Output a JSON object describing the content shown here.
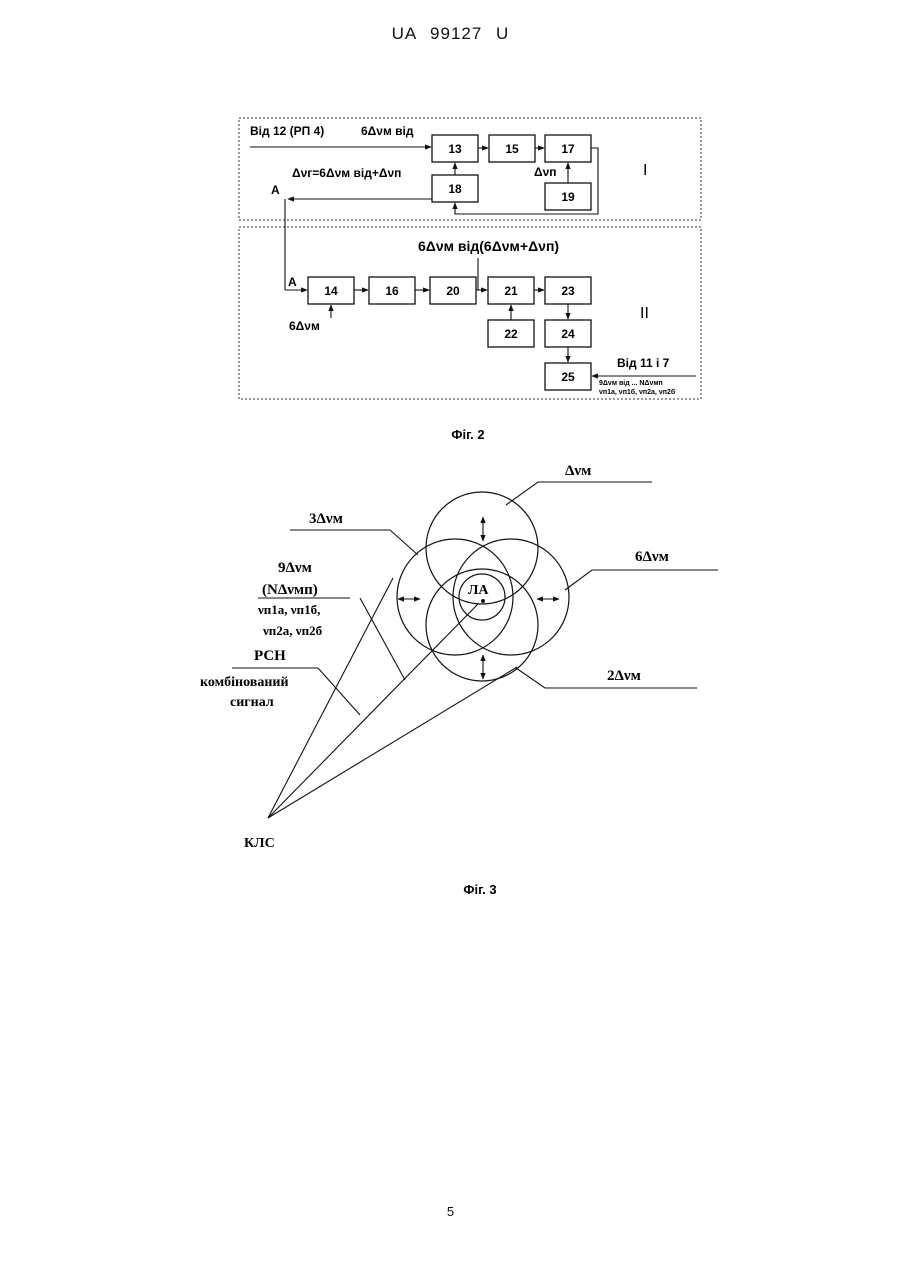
{
  "page": {
    "header": "UA 99127 U",
    "page_number": "5"
  },
  "fig2": {
    "caption": "Фіг. 2",
    "source_top": "Від 12 (РП 4)",
    "freq_top": "6Δνм від",
    "formula": "Δνг=6Δνм від+Δνп",
    "delta_p": "Δνп",
    "node_a": "A",
    "section_1": "I",
    "section_2": "II",
    "formula_2": "6Δνм від(6Δνм+Δνп)",
    "input_14": "6Δνм",
    "source_bottom": "Від 11 і 7",
    "bottom_line_1": "9Δνм від ... NΔνмп",
    "bottom_line_2": "νп1а, νп1б, νп2а, νп2б",
    "blocks": {
      "b13": "13",
      "b15": "15",
      "b17": "17",
      "b18": "18",
      "b19": "19",
      "b14": "14",
      "b16": "16",
      "b20": "20",
      "b21": "21",
      "b23": "23",
      "b22": "22",
      "b24": "24",
      "b25": "25"
    }
  },
  "fig3": {
    "caption": "Фіг. 3",
    "label_dv": "Δνм",
    "label_3dv": "3Δνм",
    "label_6dv": "6Δνм",
    "label_2dv": "2Δνм",
    "label_9dv": "9Δνм",
    "label_ndv": "(NΔνмп)",
    "label_nu1": "νп1а, νп1б,",
    "label_nu2": "νп2а, νп2б",
    "label_rsn": "РСН",
    "label_comb1": "комбінований",
    "label_comb2": "сигнал",
    "label_la": "ЛА",
    "label_kls": "КЛС"
  }
}
